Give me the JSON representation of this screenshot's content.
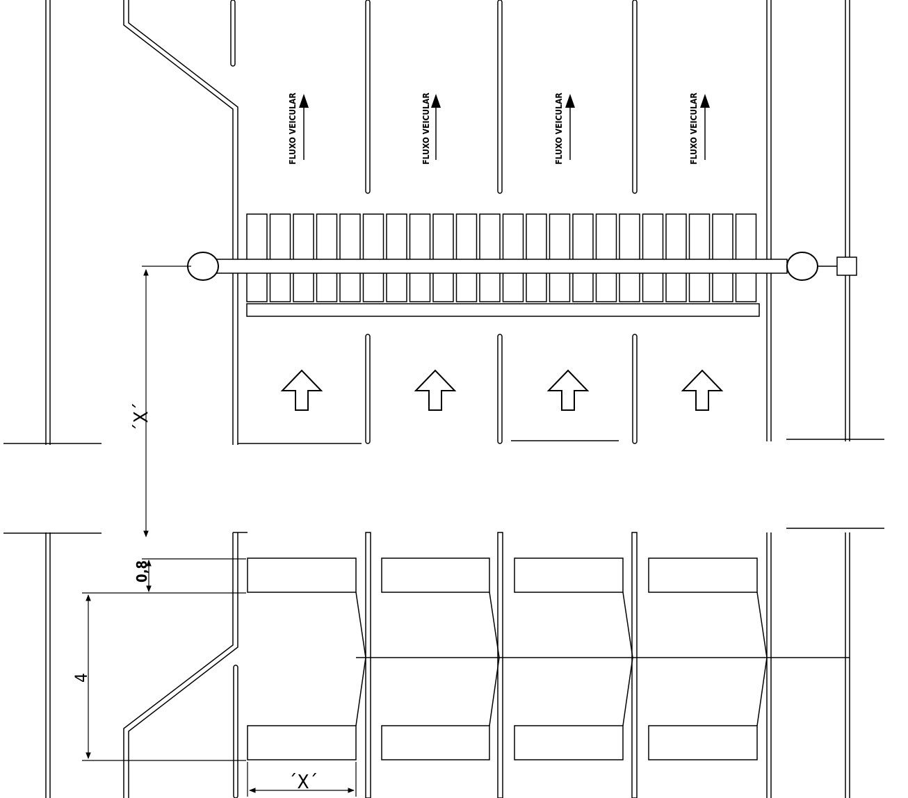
{
  "diagram": {
    "flow_label": "FLUXO VEICULAR",
    "dimension_x_vertical": "´X´",
    "dimension_x_horizontal": "´X´",
    "dimension_gap": "0,8",
    "dimension_length": "4"
  },
  "colors": {
    "stroke": "#000000",
    "background": "#ffffff"
  }
}
